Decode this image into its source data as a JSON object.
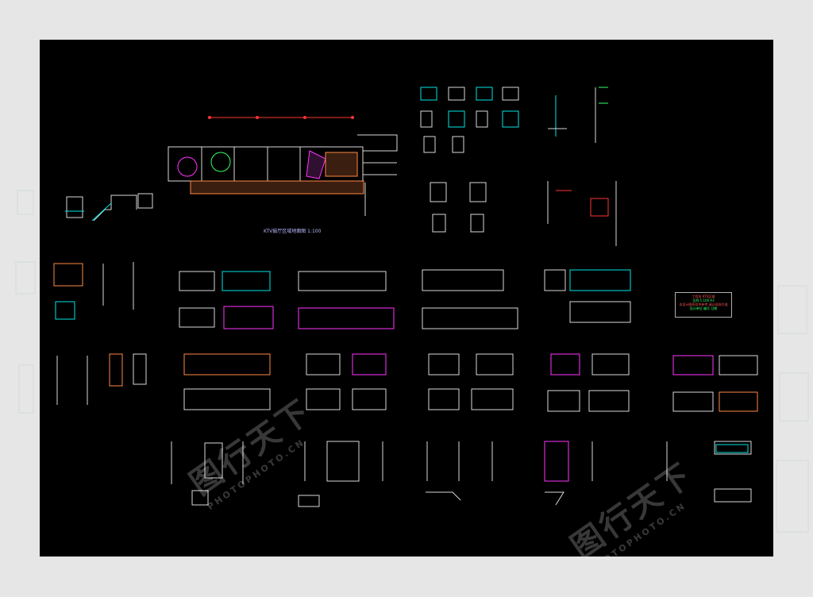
{
  "drawing": {
    "plan_title": "KTV鼓厅区域地面图  1:100",
    "legend_lines": [
      "工程名  KTV区域",
      "比例  1:100 A3",
      "本设计图纸仅供参考 请以现场为准",
      "设计单位 编号 日期"
    ]
  },
  "watermark": {
    "main_text": "图行天下",
    "sub_text": "PHOTOPHOTO.CN"
  },
  "colors": {
    "frame_bg": "#e6e6e6",
    "sheet_bg": "#000000",
    "line_white": "#d9d9d9",
    "line_cyan": "#00e5e5",
    "line_magenta": "#ff33ff",
    "line_green": "#33ff66",
    "line_red": "#ff3333",
    "line_yellow": "#ffff33"
  }
}
